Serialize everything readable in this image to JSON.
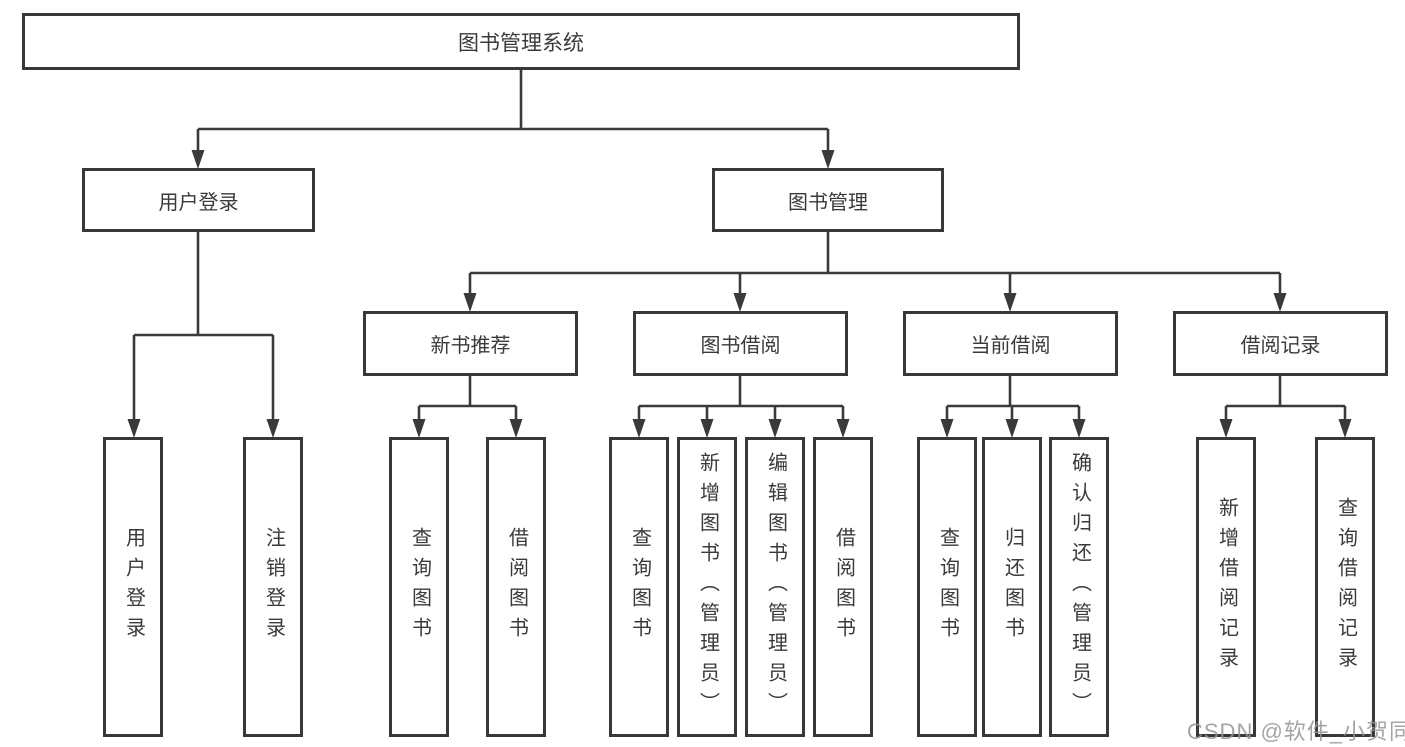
{
  "diagram": {
    "root": {
      "label": "图书管理系统"
    },
    "level2": [
      {
        "label": "用户登录"
      },
      {
        "label": "图书管理"
      }
    ],
    "level3": [
      {
        "label": "新书推荐"
      },
      {
        "label": "图书借阅"
      },
      {
        "label": "当前借阅"
      },
      {
        "label": "借阅记录"
      }
    ],
    "leaves": {
      "user_login": [
        "用户登录",
        "注销登录"
      ],
      "new_book": [
        "查询图书",
        "借阅图书"
      ],
      "book_borrow": [
        "查询图书",
        "新增图书（管理员）",
        "编辑图书（管理员）",
        "借阅图书"
      ],
      "current_borrow": [
        "查询图书",
        "归还图书",
        "确认归还（管理员）"
      ],
      "borrow_records": [
        "新增借阅记录",
        "查询借阅记录"
      ]
    }
  },
  "watermark": "CSDN @软件_小贺同学",
  "colors": {
    "line": "#3a3a3a",
    "border": "#383838",
    "text": "#3a3a3a",
    "watermark": "#949494"
  }
}
